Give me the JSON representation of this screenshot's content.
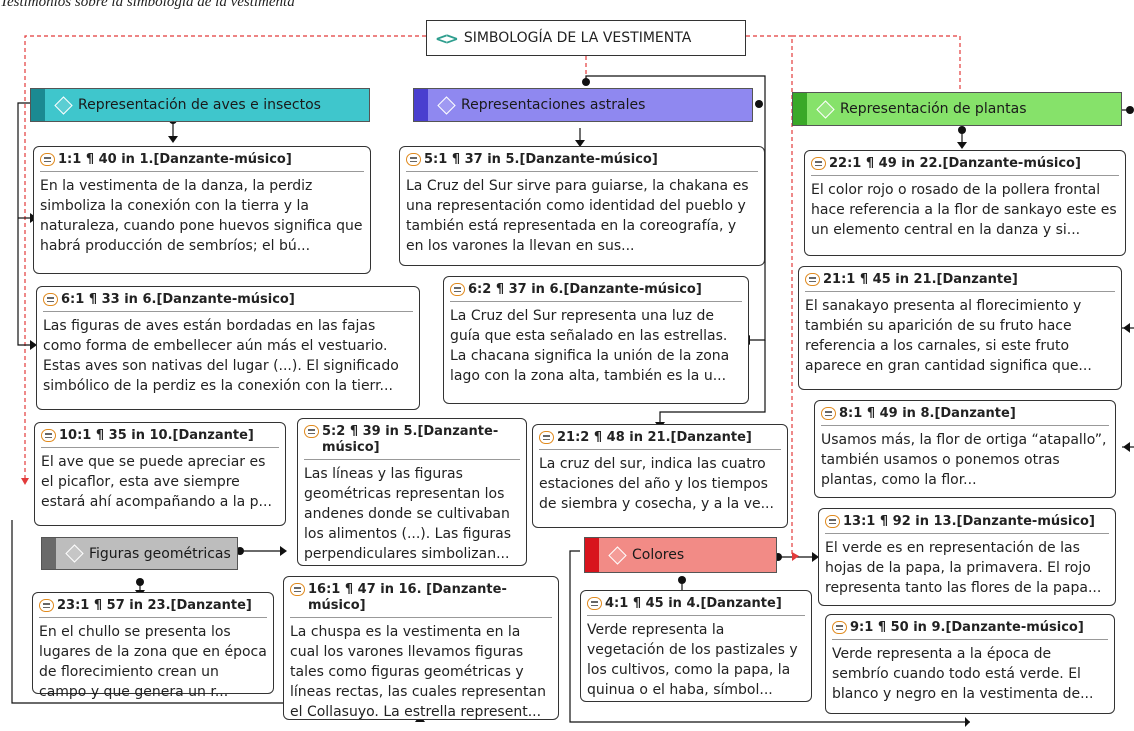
{
  "caption": "Testimonios sobre la simbología de la vestimenta",
  "root": {
    "label": "SIMBOLOGÍA DE LA VESTIMENTA",
    "icon": "double-chevron-icon"
  },
  "categories": [
    {
      "id": "aves",
      "label": "Representación de aves e insectos",
      "color": "#3fc6cc",
      "strip": "#1b8a92"
    },
    {
      "id": "astrales",
      "label": "Representaciones astrales",
      "color": "#8f88f0",
      "strip": "#4a3fcf"
    },
    {
      "id": "plantas",
      "label": "Representación de plantas",
      "color": "#86e26a",
      "strip": "#3aa828"
    },
    {
      "id": "figuras",
      "label": "Figuras geométricas",
      "color": "#bdbdbd",
      "strip": "#6a6a6a"
    },
    {
      "id": "colores",
      "label": "Colores",
      "color": "#f28b86",
      "strip": "#d8141d"
    }
  ],
  "quotes": [
    {
      "id": "q1",
      "header": "1:1 ¶ 40 in 1.[Danzante-músico]",
      "text": "En la vestimenta de la danza, la perdiz simboliza la conexión con la tierra y la naturaleza, cuando pone huevos significa que habrá producción de sembríos; el bú..."
    },
    {
      "id": "q2",
      "header": "6:1 ¶ 33 in 6.[Danzante-músico]",
      "text": "Las figuras de aves están bordadas en las fajas como forma de embellecer aún más el vestuario. Estas aves son nativas del lugar (...). El significado simbólico de la perdiz es la conexión con la tierr..."
    },
    {
      "id": "q3",
      "header": "10:1 ¶ 35 in 10.[Danzante]",
      "text": "El ave que se puede apreciar es el picaflor, esta ave siempre estará ahí acompañando a la p..."
    },
    {
      "id": "q4",
      "header": "5:1 ¶ 37 in 5.[Danzante-músico]",
      "text": "La Cruz del Sur sirve para guiarse, la chakana es una representación como identidad del pueblo y también está representada en la coreografía, y en los varones la llevan en sus..."
    },
    {
      "id": "q5",
      "header": "6:2 ¶ 37 in 6.[Danzante-músico]",
      "text": "La Cruz del Sur representa una luz de guía que esta señalado en las estrellas. La chacana significa la unión de la zona lago con la zona alta, también es la u..."
    },
    {
      "id": "q6",
      "header": "5:2 ¶ 39 in 5.[Danzante-músico]",
      "text": "Las líneas y las figuras geométricas representan los andenes donde se cultivaban los alimentos (...). Las figuras perpendiculares simbolizan..."
    },
    {
      "id": "q7",
      "header": "21:2 ¶ 48 in 21.[Danzante]",
      "text": "La cruz del sur, indica las cuatro estaciones del año y los tiempos de siembra y cosecha, y a la ve..."
    },
    {
      "id": "q8",
      "header": "22:1 ¶ 49 in 22.[Danzante-músico]",
      "text": "El color rojo o rosado de la pollera frontal hace referencia a la flor de sankayo este es un elemento central en la danza y si..."
    },
    {
      "id": "q9",
      "header": "21:1 ¶ 45 in 21.[Danzante]",
      "text": "El sanakayo presenta al florecimiento y también su aparición de su fruto hace referencia a los carnales, si este fruto aparece en gran cantidad significa que..."
    },
    {
      "id": "q10",
      "header": "8:1 ¶ 49 in 8.[Danzante]",
      "text": "Usamos más, la flor de ortiga “atapallo”, también usamos o ponemos otras plantas, como la flor..."
    },
    {
      "id": "q11",
      "header": "13:1 ¶ 92 in 13.[Danzante-músico]",
      "text": "El verde es en representación de las hojas de la papa, la primavera. El rojo representa tanto las flores de la papa..."
    },
    {
      "id": "q12",
      "header": "9:1 ¶ 50 in 9.[Danzante-músico]",
      "text": "Verde representa a la época de sembrío cuando todo está verde. El blanco y negro en la vestimenta de..."
    },
    {
      "id": "q13",
      "header": "23:1 ¶ 57 in 23.[Danzante]",
      "text": "En el chullo se presenta los lugares de la zona que en época de florecimiento crean un campo y que genera un r..."
    },
    {
      "id": "q14",
      "header": "16:1 ¶ 47 in 16. [Danzante-músico]",
      "text": "La chuspa es la vestimenta en la cual los varones llevamos figuras tales como figuras geométricas y líneas rectas, las cuales representan el Collasuyo. La estrella represent..."
    },
    {
      "id": "q15",
      "header": "4:1 ¶ 45 in 4.[Danzante]",
      "text": "Verde representa la vegetación de los pastizales y los cultivos, como la papa, la quinua o el haba, símbol..."
    }
  ]
}
